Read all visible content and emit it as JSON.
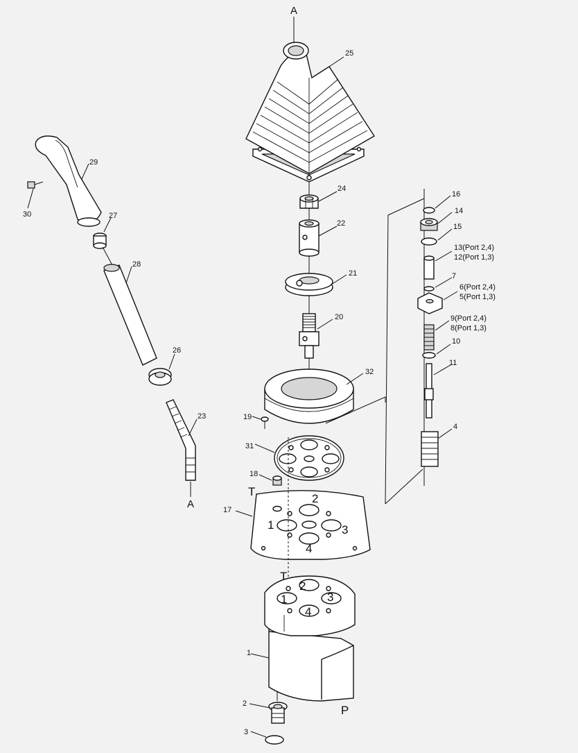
{
  "diagram": {
    "letters": {
      "top_a": "A",
      "bottom_a": "A",
      "plate_t": "T",
      "body_t": "T",
      "port_p": "P"
    },
    "plate_ports": [
      "1",
      "2",
      "3",
      "4"
    ],
    "body_ports": [
      "1",
      "2",
      "3",
      "4"
    ],
    "callouts": [
      {
        "id": "c25",
        "label": "25"
      },
      {
        "id": "c24",
        "label": "24"
      },
      {
        "id": "c22",
        "label": "22"
      },
      {
        "id": "c21",
        "label": "21"
      },
      {
        "id": "c20",
        "label": "20"
      },
      {
        "id": "c32",
        "label": "32"
      },
      {
        "id": "c19",
        "label": "19"
      },
      {
        "id": "c31",
        "label": "31"
      },
      {
        "id": "c18",
        "label": "18"
      },
      {
        "id": "c17",
        "label": "17"
      },
      {
        "id": "c1",
        "label": "1"
      },
      {
        "id": "c2",
        "label": "2"
      },
      {
        "id": "c3",
        "label": "3"
      },
      {
        "id": "c29",
        "label": "29"
      },
      {
        "id": "c30",
        "label": "30"
      },
      {
        "id": "c27",
        "label": "27"
      },
      {
        "id": "c28",
        "label": "28"
      },
      {
        "id": "c26",
        "label": "26"
      },
      {
        "id": "c23",
        "label": "23"
      },
      {
        "id": "c16",
        "label": "16"
      },
      {
        "id": "c14",
        "label": "14"
      },
      {
        "id": "c15",
        "label": "15"
      },
      {
        "id": "c13",
        "label": "13(Port 2,4)"
      },
      {
        "id": "c12",
        "label": "12(Port 1,3)"
      },
      {
        "id": "c7",
        "label": "7"
      },
      {
        "id": "c6",
        "label": "6(Port 2,4)"
      },
      {
        "id": "c5",
        "label": "5(Port 1,3)"
      },
      {
        "id": "c9",
        "label": "9(Port 2,4)"
      },
      {
        "id": "c8",
        "label": "8(Port 1,3)"
      },
      {
        "id": "c10",
        "label": "10"
      },
      {
        "id": "c11",
        "label": "11"
      },
      {
        "id": "c4",
        "label": "4"
      }
    ]
  }
}
